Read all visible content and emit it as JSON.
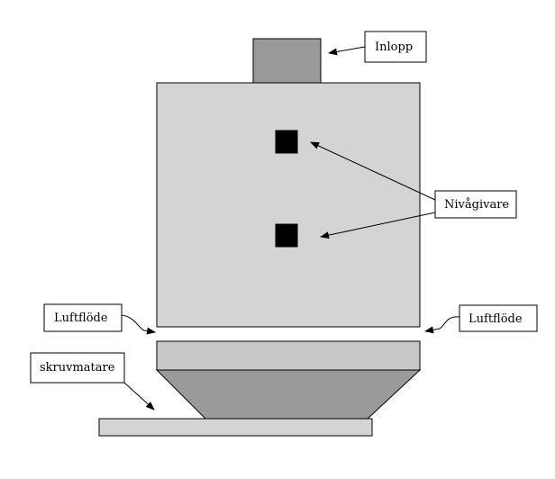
{
  "labels": {
    "inlet": "Inlopp",
    "level_sensor": "Nivågivare",
    "airflow_left": "Luftflöde",
    "airflow_right": "Luftflöde",
    "screw_feeder": "skruvmatare"
  },
  "colors": {
    "hopper_body": "#d4d4d4",
    "inlet_pipe": "#999999",
    "sensor": "#000000",
    "base_plate": "#c8c8c8",
    "funnel": "#9a9a9a",
    "feeder_bar": "#d4d4d4",
    "outline": "#000000",
    "background": "#ffffff"
  }
}
